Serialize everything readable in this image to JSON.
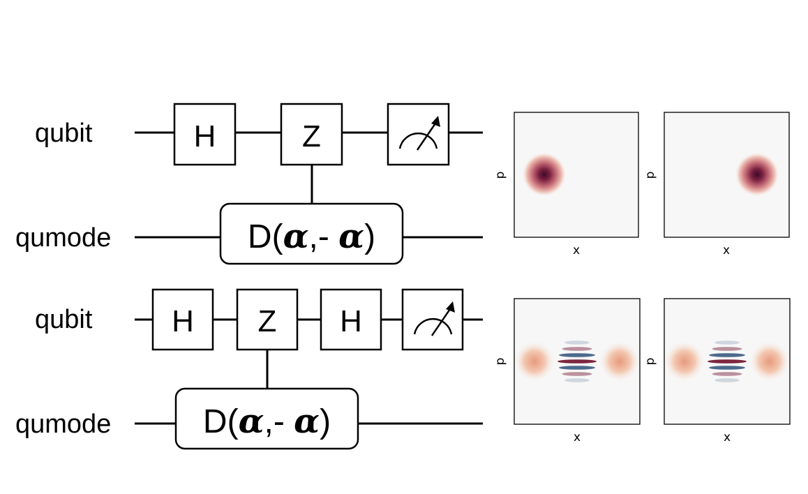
{
  "circuits": [
    {
      "qubit_label": "qubit",
      "qumode_label": "qumode",
      "gates": [
        "H",
        "Z",
        "measure"
      ],
      "displacement": {
        "prefix": "D(",
        "arg1": "α",
        "sep": ",- ",
        "arg2": "α",
        "suffix": ")"
      }
    },
    {
      "qubit_label": "qubit",
      "qumode_label": "qumode",
      "gates": [
        "H",
        "Z",
        "H",
        "measure"
      ],
      "displacement": {
        "prefix": "D(",
        "arg1": "α",
        "sep": ",- ",
        "arg2": "α",
        "suffix": ")"
      }
    }
  ],
  "wigner_plots": [
    {
      "xlabel": "x",
      "ylabel": "p",
      "state": "coherent-left"
    },
    {
      "xlabel": "x",
      "ylabel": "p",
      "state": "coherent-right"
    },
    {
      "xlabel": "x",
      "ylabel": "p",
      "state": "cat-even"
    },
    {
      "xlabel": "x",
      "ylabel": "p",
      "state": "cat-odd"
    }
  ],
  "colors": {
    "positive": "#67001f",
    "negative": "#053061",
    "background": "#f7f7f7"
  }
}
